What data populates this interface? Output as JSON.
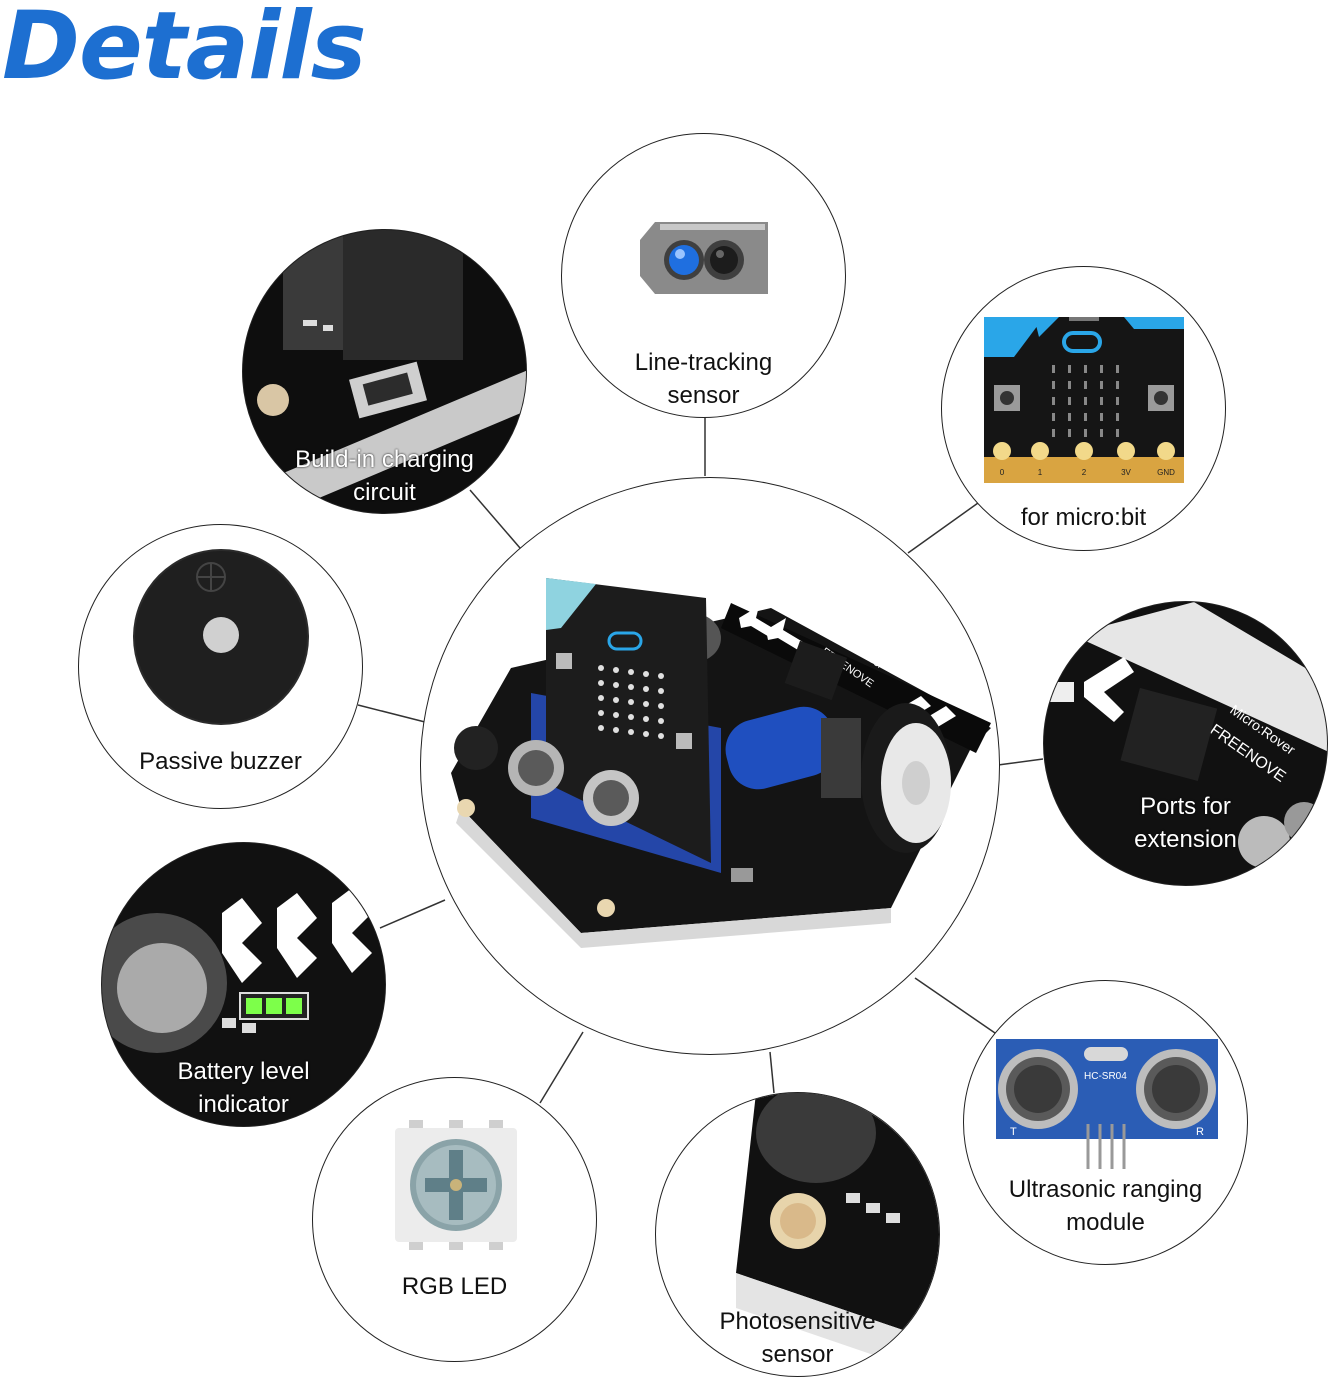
{
  "title": "Details",
  "callouts": [
    {
      "id": "line_tracking",
      "label_lines": [
        "Line-tracking",
        "sensor"
      ]
    },
    {
      "id": "microbit",
      "label_lines": [
        "for micro:bit"
      ]
    },
    {
      "id": "charging",
      "label_lines": [
        "Build-in charging",
        "circuit"
      ]
    },
    {
      "id": "buzzer",
      "label_lines": [
        "Passive buzzer"
      ]
    },
    {
      "id": "ports",
      "label_lines": [
        "Ports for",
        "extension"
      ]
    },
    {
      "id": "battery",
      "label_lines": [
        "Battery level",
        "indicator"
      ]
    },
    {
      "id": "ultrasonic",
      "label_lines": [
        "Ultrasonic ranging",
        "module"
      ]
    },
    {
      "id": "rgb",
      "label_lines": [
        "RGB LED"
      ]
    },
    {
      "id": "photo",
      "label_lines": [
        "Photosensitive",
        "sensor"
      ]
    }
  ],
  "robot_text": {
    "brand": "FREENOVE",
    "model": "Micro:Rover"
  },
  "ultrasonic_text": {
    "part": "HC-SR04",
    "t": "T",
    "r": "R"
  },
  "microbit_pins": [
    "0",
    "1",
    "2",
    "3V",
    "GND"
  ],
  "colors": {
    "title": "#1d6fd1",
    "pcb": "#111111",
    "microbit_blue": "#2aa6e8",
    "sensor_blue": "#2b5db5"
  }
}
